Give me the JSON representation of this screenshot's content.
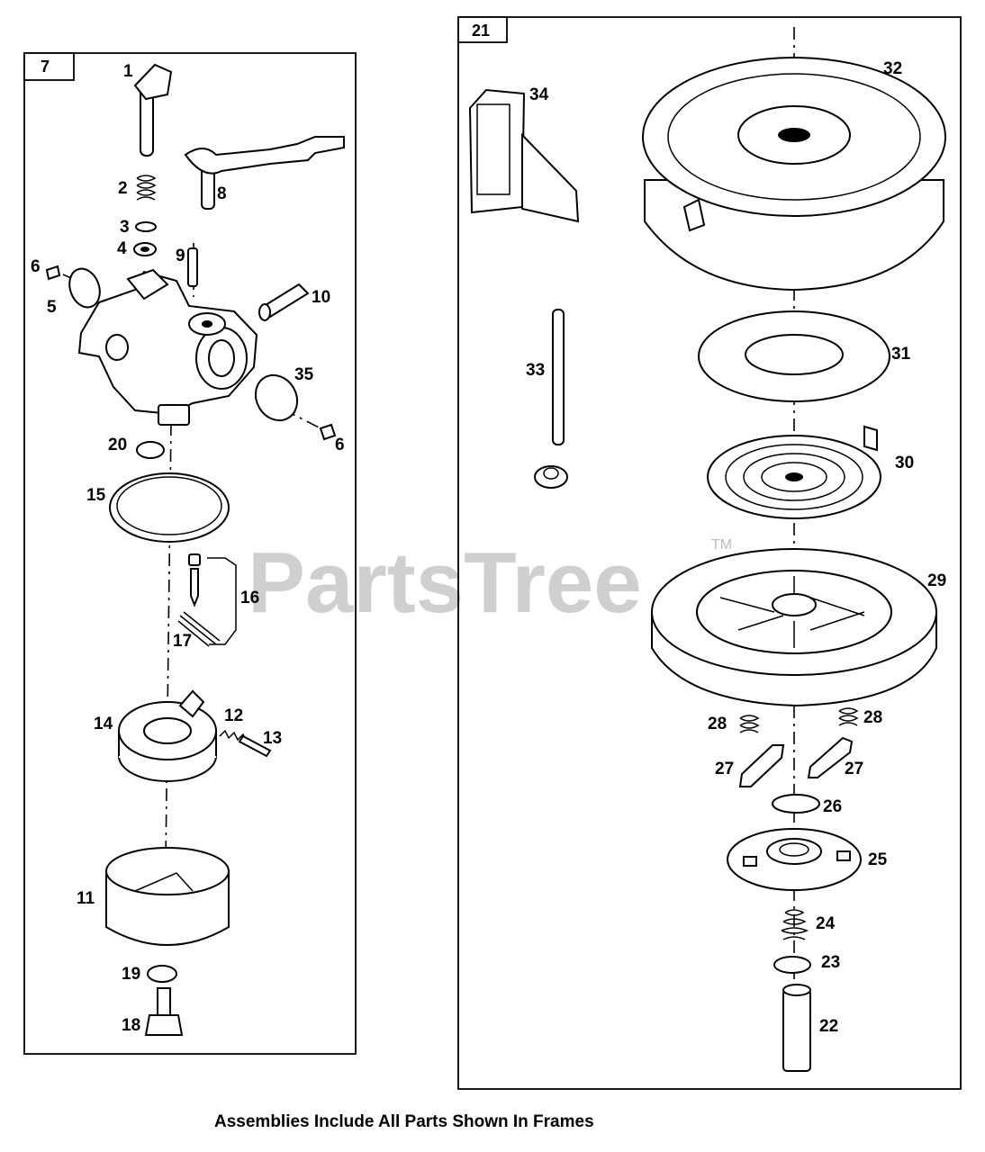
{
  "watermark": {
    "text": "PartsTree",
    "tm": "TM"
  },
  "caption": "Assemblies Include All Parts Shown In Frames",
  "frames": [
    {
      "tag": "7"
    },
    {
      "tag": "21"
    }
  ],
  "callouts": {
    "c1": "1",
    "c2": "2",
    "c3": "3",
    "c4": "4",
    "c5": "5",
    "c6a": "6",
    "c6b": "6",
    "c8": "8",
    "c9": "9",
    "c10": "10",
    "c11": "11",
    "c12": "12",
    "c13": "13",
    "c14": "14",
    "c15": "15",
    "c16": "16",
    "c17": "17",
    "c18": "18",
    "c19": "19",
    "c20": "20",
    "c35": "35",
    "c22": "22",
    "c23": "23",
    "c24": "24",
    "c25": "25",
    "c26": "26",
    "c27a": "27",
    "c27b": "27",
    "c28a": "28",
    "c28b": "28",
    "c29": "29",
    "c30": "30",
    "c31": "31",
    "c32": "32",
    "c33": "33",
    "c34": "34"
  }
}
